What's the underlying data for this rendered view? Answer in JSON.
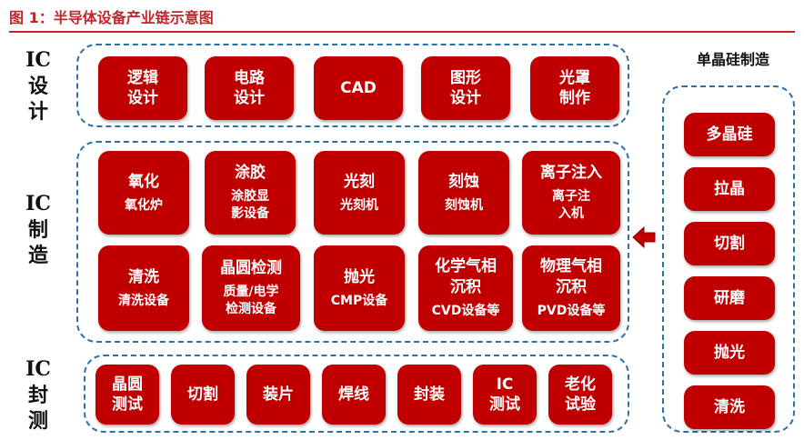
{
  "title": "图 1：半导体设备产业链示意图",
  "sections": {
    "design_label": "IC\n设\n计",
    "manufacturing_label": "IC\n制\n造",
    "packaging_label": "IC\n封\n测"
  },
  "design": [
    {
      "title": "逻辑\n设计"
    },
    {
      "title": "电路\n设计"
    },
    {
      "title": "CAD"
    },
    {
      "title": "图形\n设计"
    },
    {
      "title": "光罩\n制作"
    }
  ],
  "manufacturing_row1": [
    {
      "title": "氧化",
      "sub": "氧化炉"
    },
    {
      "title": "涂胶",
      "sub": "涂胶显\n影设备"
    },
    {
      "title": "光刻",
      "sub": "光刻机"
    },
    {
      "title": "刻蚀",
      "sub": "刻蚀机"
    },
    {
      "title": "离子注入",
      "sub": "离子注\n入机"
    }
  ],
  "manufacturing_row2": [
    {
      "title": "清洗",
      "sub": "清洗设备"
    },
    {
      "title": "晶圆检测",
      "sub": "质量/电学\n检测设备"
    },
    {
      "title": "抛光",
      "sub": "CMP设备"
    },
    {
      "title": "化学气相\n沉积",
      "sub": "CVD设备等"
    },
    {
      "title": "物理气相\n沉积",
      "sub": "PVD设备等"
    }
  ],
  "packaging": [
    {
      "title": "晶圆\n测试"
    },
    {
      "title": "切割"
    },
    {
      "title": "装片"
    },
    {
      "title": "焊线"
    },
    {
      "title": "封装"
    },
    {
      "title": "IC\n测试"
    },
    {
      "title": "老化\n试验"
    }
  ],
  "silicon": {
    "title": "单晶硅制造",
    "steps": [
      "多晶硅",
      "拉晶",
      "切割",
      "研磨",
      "抛光",
      "清洗"
    ]
  },
  "colors": {
    "box": "#c00000",
    "panel_border": "#2f6fa8",
    "title": "#c0262b",
    "arrow": "#c00000"
  }
}
